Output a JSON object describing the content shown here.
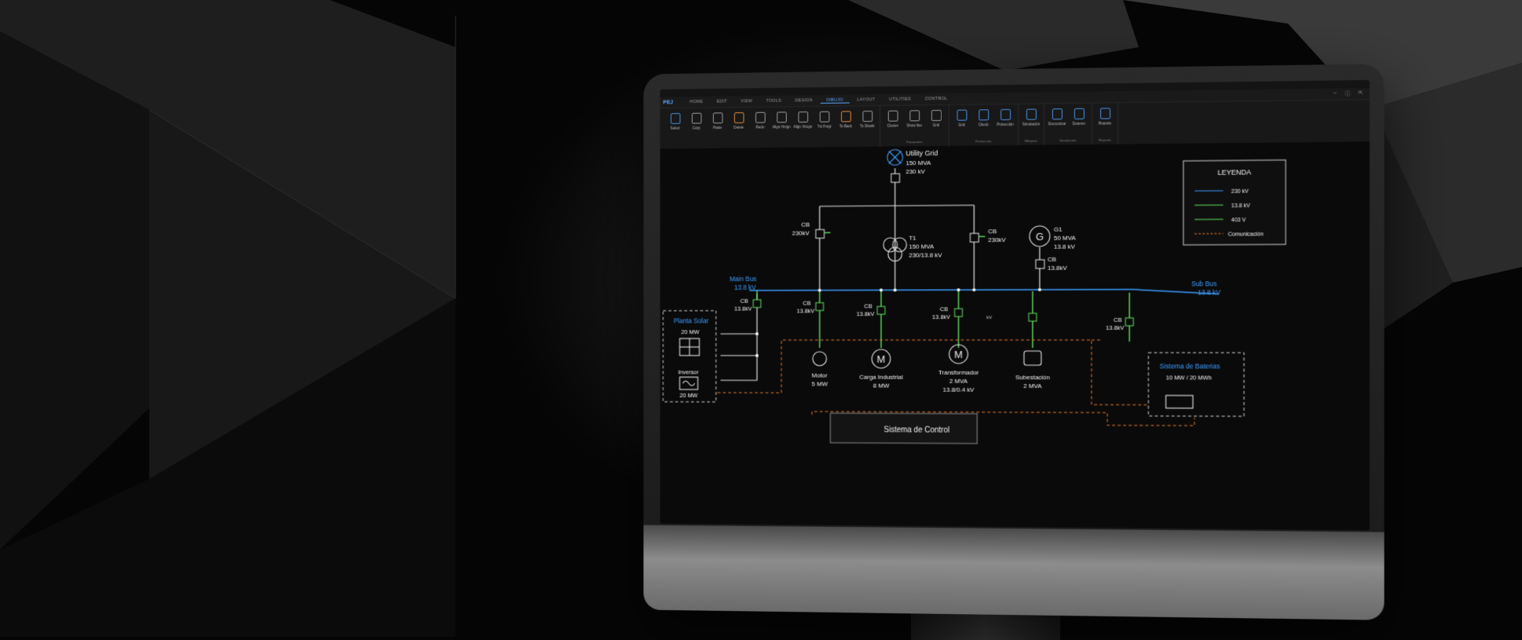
{
  "app": {
    "logo": "PEJ",
    "tabs": [
      "HOME",
      "EDIT",
      "VIEW",
      "TOOLS",
      "DESIGN",
      "DIBUJO",
      "LAYOUT",
      "UTILITIES",
      "CONTROL"
    ],
    "active_tab": "DIBUJO"
  },
  "ribbon": {
    "buttons": [
      {
        "label": "Select",
        "icon": "cursor-icon"
      },
      {
        "label": "Copy",
        "icon": "copy-icon"
      },
      {
        "label": "Paste",
        "icon": "paste-icon"
      },
      {
        "label": "Delete",
        "icon": "delete-icon"
      },
      {
        "label": "Redo",
        "icon": "redo-icon"
      },
      {
        "label": "Align Hrzgn",
        "icon": "align-h-icon"
      },
      {
        "label": "Align Vrtcgn",
        "icon": "align-v-icon"
      },
      {
        "label": "Txt Fmgt",
        "icon": "text-icon"
      },
      {
        "label": "To Back",
        "icon": "to-back-icon"
      },
      {
        "label": "To Sbank",
        "icon": "to-front-icon"
      },
      {
        "label": "Cluster",
        "icon": "cluster-icon"
      },
      {
        "label": "Show line",
        "icon": "line-icon"
      },
      {
        "label": "Grid",
        "icon": "grid-icon"
      },
      {
        "label": "Grid",
        "icon": "grid2-icon"
      },
      {
        "label": "Check",
        "icon": "check-icon"
      },
      {
        "label": "Protección",
        "icon": "protection-icon"
      },
      {
        "label": "Simulación",
        "icon": "simulation-icon"
      },
      {
        "label": "Sincronizar",
        "icon": "sync-icon"
      },
      {
        "label": "Detener",
        "icon": "stop-icon"
      },
      {
        "label": "Reporte",
        "icon": "report-icon"
      }
    ],
    "group_labels": {
      "parametros": "Parametro",
      "proteccion": "Protección",
      "bloqueo": "Bloqueo",
      "simulacion": "Simulación",
      "reporte": "Reporte"
    }
  },
  "diagram": {
    "utility": {
      "title": "Utility Grid",
      "mva": "150 MVA",
      "kv": "230 kV"
    },
    "cb_left": {
      "label": "CB",
      "kv": "230kV"
    },
    "cb_right": {
      "label": "CB",
      "kv": "230kV"
    },
    "t1": {
      "title": "T1",
      "mva": "150 MVA",
      "ratio": "230/13.8 kV"
    },
    "g1": {
      "title": "G1",
      "mva": "50 MVA",
      "kv": "13.8 kV",
      "glyph": "G"
    },
    "g1_cb": {
      "label": "CB",
      "kv": "13.8kV"
    },
    "main_bus": {
      "title": "Main Bus",
      "kv": "13.8 kV"
    },
    "sub_bus": {
      "title": "Sub Bus",
      "kv": "13.8 kV"
    },
    "feeder_cbs": [
      {
        "label": "CB",
        "kv": "13.8kV"
      },
      {
        "label": "CB",
        "kv": "13.8kV"
      },
      {
        "label": "CB",
        "kv": "13.8kV"
      },
      {
        "label": "CB",
        "kv": "13.8kV"
      },
      {
        "label": "CB",
        "kv": "13.8kV"
      }
    ],
    "stray_label": "kV",
    "solar": {
      "title": "Planta Solar",
      "mw": "20 MW",
      "inverter": "Inversor",
      "inv_mw": "20 MW"
    },
    "loads": [
      {
        "title": "Motor",
        "value": "5 MW"
      },
      {
        "title": "Carga Industrial",
        "value": "8 MW",
        "glyph": "M"
      },
      {
        "title": "Transformador",
        "value": "2 MVA",
        "extra": "13.8/0.4 kV",
        "glyph": "M"
      },
      {
        "title": "Subestación",
        "value": "2 MVA"
      }
    ],
    "battery": {
      "title": "Sistema de Baterias",
      "rating": "10 MW / 20 MWh"
    },
    "control": {
      "title": "Sistema de Control"
    },
    "legend": {
      "title": "LEYENDA",
      "items": [
        {
          "label": "230 kV",
          "color": "#3b9cff"
        },
        {
          "label": "13.8 kV",
          "color": "#5ee25e"
        },
        {
          "label": "403 V",
          "color": "#5ee25e"
        },
        {
          "label": "Comunicación",
          "color": "#e0782a"
        }
      ]
    }
  }
}
